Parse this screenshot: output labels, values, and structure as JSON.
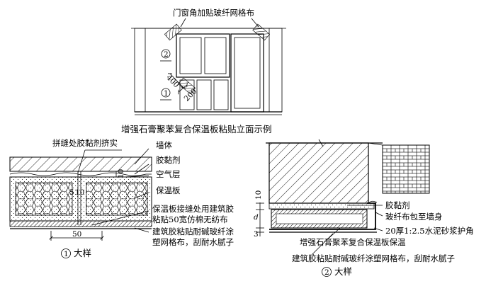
{
  "top": {
    "label_corner_mesh": "门窗角加贴玻纤网格布",
    "marker_2": "2",
    "marker_1": "1",
    "dim_400": "400",
    "dim_200": "200",
    "caption": "增强石膏聚苯复合保温板粘贴立面示例"
  },
  "detail1": {
    "label_joint": "拼缝处胶黏剂挤实",
    "label_wall": "墙体",
    "label_adhesive": "胶黏剂",
    "label_air": "空气层",
    "label_board": "保温板",
    "label_joint_treat_1": "保温板接缝处用建筑胶",
    "label_joint_treat_2": "粘贴50宽仿棉无纺布",
    "label_mesh_1": "建筑胶粘贴耐碱玻纤涂",
    "label_mesh_2": "塑网格布，刮耐水腻子",
    "dim_10": "10",
    "dim_5": "5",
    "dim_10b": "10",
    "dim_50": "50",
    "marker": "1",
    "title": "大样"
  },
  "detail2": {
    "dim_10": "10",
    "dim_d": "d",
    "dim_3": "3",
    "label_adhesive": "胶黏剂",
    "label_fiberglass": "玻纤布包至墙身",
    "label_mortar": "20厚1:2.5水泥砂浆护角",
    "label_board": "增强石膏聚苯复合保温板保温",
    "label_mesh": "建筑胶粘贴耐碱玻纤涂塑网格布，刮耐水腻子",
    "marker": "2",
    "title": "大样"
  }
}
